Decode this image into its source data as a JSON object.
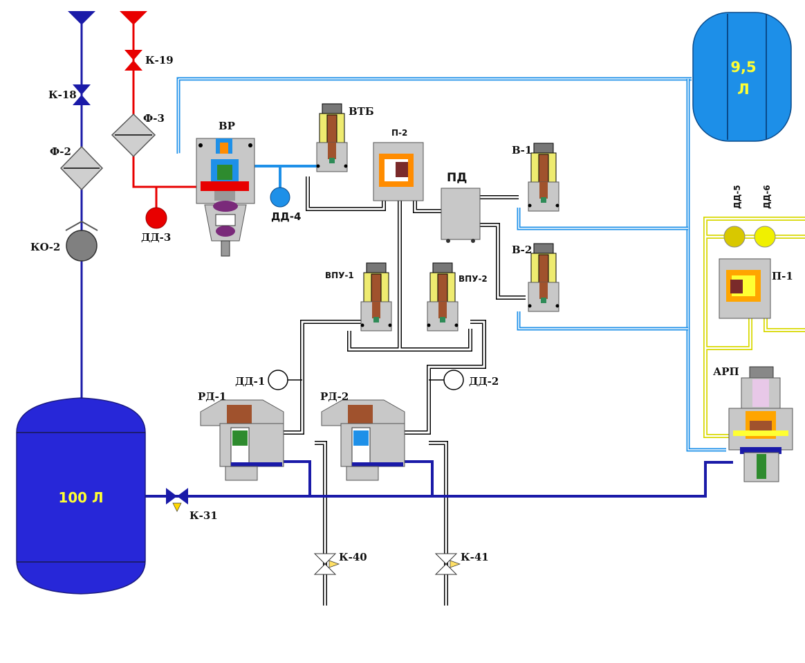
{
  "tanks": {
    "main": {
      "label": "100 Л"
    },
    "small_top": "9,5",
    "small_bottom": "Л"
  },
  "labels": {
    "k18": "К-18",
    "k19": "К-19",
    "f2": "Ф-2",
    "f3": "Ф-3",
    "ko2": "КО-2",
    "vr": "ВР",
    "vtb": "ВТБ",
    "p2": "П-2",
    "pd": "ПД",
    "v1": "В-1",
    "v2": "В-2",
    "dd3": "ДД-3",
    "dd4": "ДД-4",
    "vpu1": "ВПУ-1",
    "vpu2": "ВПУ-2",
    "dd1": "ДД-1",
    "dd2": "ДД-2",
    "rd1": "РД-1",
    "rd2": "РД-2",
    "k31": "К-31",
    "k40": "К-40",
    "k41": "К-41",
    "dd5": "ДД-5",
    "dd6": "ДД-6",
    "p1": "П-1",
    "arp": "АРП"
  },
  "colors": {
    "blue_line": "#1a1aa8",
    "red_line": "#e80000",
    "light_blue": "#1e90e8",
    "yellow": "#e8e800",
    "device_gray": "#c8c8c8",
    "tank_blue": "#2727d8",
    "tank_light": "#1d8fe8"
  }
}
